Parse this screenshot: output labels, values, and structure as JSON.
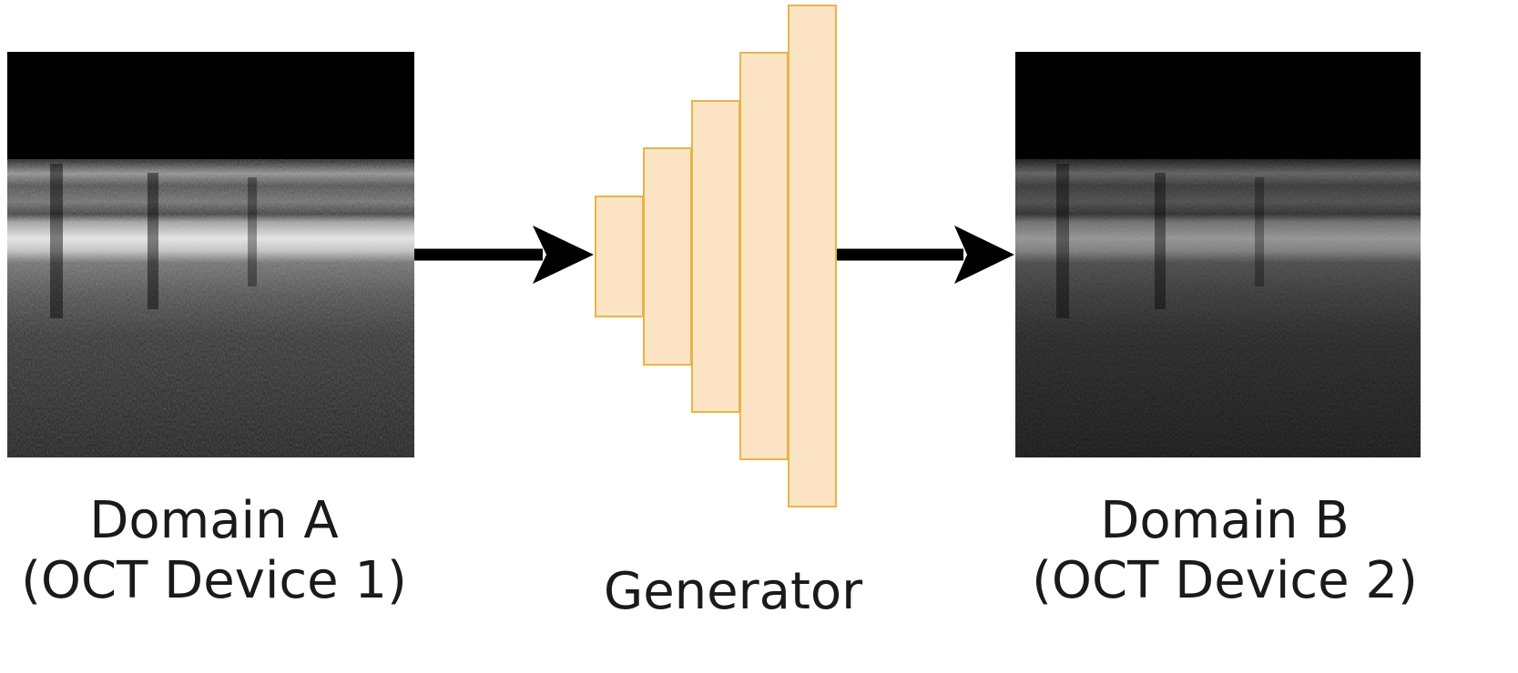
{
  "domain_a": {
    "title": "Domain A",
    "subtitle": "(OCT Device 1)"
  },
  "generator": {
    "label": "Generator",
    "fill_color": "#fde4c4",
    "stroke_color": "#e8b44a"
  },
  "domain_b": {
    "title": "Domain B",
    "subtitle": "(OCT Device 2)"
  },
  "arrow_color": "#000000"
}
